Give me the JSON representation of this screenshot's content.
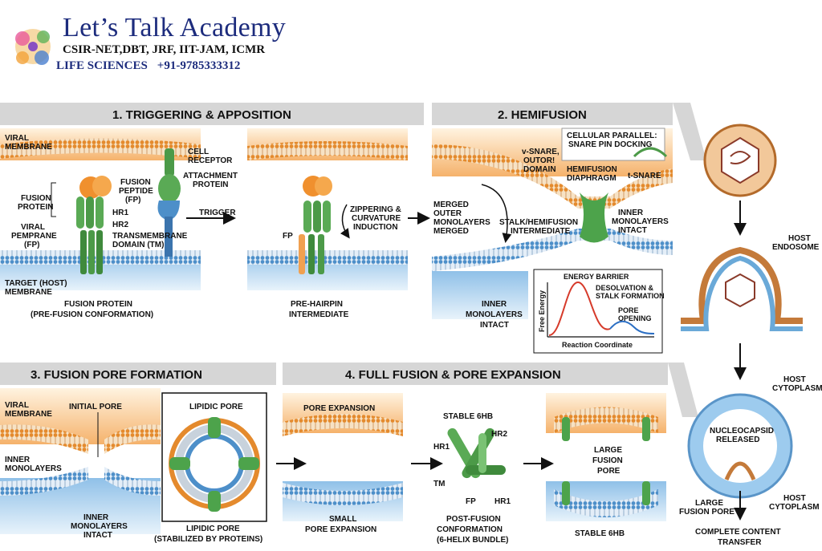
{
  "header": {
    "title": "Let’s Talk Academy",
    "subtitle": "CSIR-NET,DBT, JRF, IIT-JAM, ICMR",
    "line3": "LIFE SCIENCES",
    "phone": "+91-9785333312"
  },
  "sections": {
    "s1": "1. TRIGGERING & APPOSITION",
    "s2": "2. HEMIFUSION",
    "s3": "3. FUSION PORE FORMATION",
    "s4": "4. FULL FUSION & PORE EXPANSION"
  },
  "panel1": {
    "viral_membrane": [
      "VIRAL",
      "MEMBRANE"
    ],
    "cell_receptor": [
      "CELL",
      "RECEPTOR"
    ],
    "attachment_protein": [
      "ATTACHMENT",
      "PROTEIN"
    ],
    "fusion_peptide": [
      "FUSION",
      "PEPTIDE",
      "(FP)"
    ],
    "fusion_protein": [
      "FUSION",
      "PROTEIN"
    ],
    "hr1": "HR1",
    "hr2": "HR2",
    "viral_pemprane": [
      "VIRAL",
      "PEMPRANE",
      "(FP)"
    ],
    "tm": [
      "TRANSMEMBRANE",
      "DOMAIN (TM)"
    ],
    "trigger": "TRIGGER",
    "target_membrane": [
      "TARGET (HOST)",
      "MEMBRANE"
    ],
    "caption": [
      "FUSION PROTEIN",
      "(PRE-FUSION CONFORMATION)"
    ],
    "fp": "FP",
    "zippering": [
      "ZIPPERING &",
      "CURVATURE",
      "INDUCTION"
    ],
    "caption2": [
      "PRE-HAIRPIN",
      "INTERMEDIATE"
    ]
  },
  "panel2": {
    "cellular_parallel": [
      "CELLULAR PARALLEL:",
      "SNARE PIN DOCKING"
    ],
    "vsnare": [
      "v-SNARE,",
      "OUTOR!",
      "DOMAIN"
    ],
    "hemifusion_diaphragm": [
      "HEMIFUSION",
      "DIAPHRAGM"
    ],
    "tsnare": "t-SNARE",
    "merged": [
      "MERGED",
      "OUTER",
      "MONOLAYERS",
      "MERGED"
    ],
    "stalk": [
      "STALK/HEMIFUSION",
      "INTERMEDIATE"
    ],
    "inner_intact": [
      "INNER",
      "MONOLAYERS",
      "INTACT"
    ],
    "inner_intact2": [
      "INNER",
      "MONOLAYERS",
      "INTACT"
    ],
    "energy": {
      "title": "ENERGY BARRIER",
      "desolvation": [
        "DESOLVATION &",
        "STALK FORMATION"
      ],
      "pore": [
        "PORE",
        "OPENING"
      ],
      "ylabel": "Free Energy",
      "xlabel": "Reaction Coordinate"
    }
  },
  "panel3": {
    "viral_membrane": [
      "VIRAL",
      "MEMBRANE"
    ],
    "initial_pore": "INITIAL PORE",
    "inner_monolayers": [
      "INNER",
      "MONOLAYERS"
    ],
    "inner_intact": [
      "INNER",
      "MONOLAYERS",
      "INTACT"
    ],
    "lipidic_pore_title": "LIPIDIC PORE",
    "caption": [
      "LIPIDIC PORE",
      "(STABILIZED BY PROTEINS)"
    ]
  },
  "panel4": {
    "pore_expansion": "PORE EXPANSION",
    "small_caption": [
      "SMALL",
      "PORE EXPANSION"
    ],
    "stable6hb": "STABLE 6HB",
    "hr1": "HR1",
    "hr2": "HR2",
    "tm": "TM",
    "fp": "FP",
    "hr1b": "HR1",
    "post_caption": [
      "POST-FUSION",
      "CONFORMATION",
      "(6-HELIX BUNDLE)"
    ],
    "large_pore": [
      "LARGE",
      "FUSION",
      "PORE"
    ],
    "stable_caption": "STABLE 6HB"
  },
  "right": {
    "host_endosome": [
      "HOST",
      "ENDOSOME"
    ],
    "host_cytoplasm": [
      "HOST",
      "CYTOPLASM"
    ],
    "nucleocapsid": [
      "NUCLEOCAPSID",
      "RELEASED"
    ],
    "large_fusion_pore": [
      "LARGE",
      "FUSION PORE"
    ],
    "host_cytoplasm2": [
      "HOST",
      "CYTOPLASM"
    ],
    "complete": [
      "COMPLETE CONTENT",
      "TRANSFER"
    ]
  },
  "colors": {
    "viral_orange": "#f0a050",
    "host_blue": "#6aa9d8",
    "protein_green": "#5aaa55",
    "section_bar": "#d8d8d8"
  }
}
